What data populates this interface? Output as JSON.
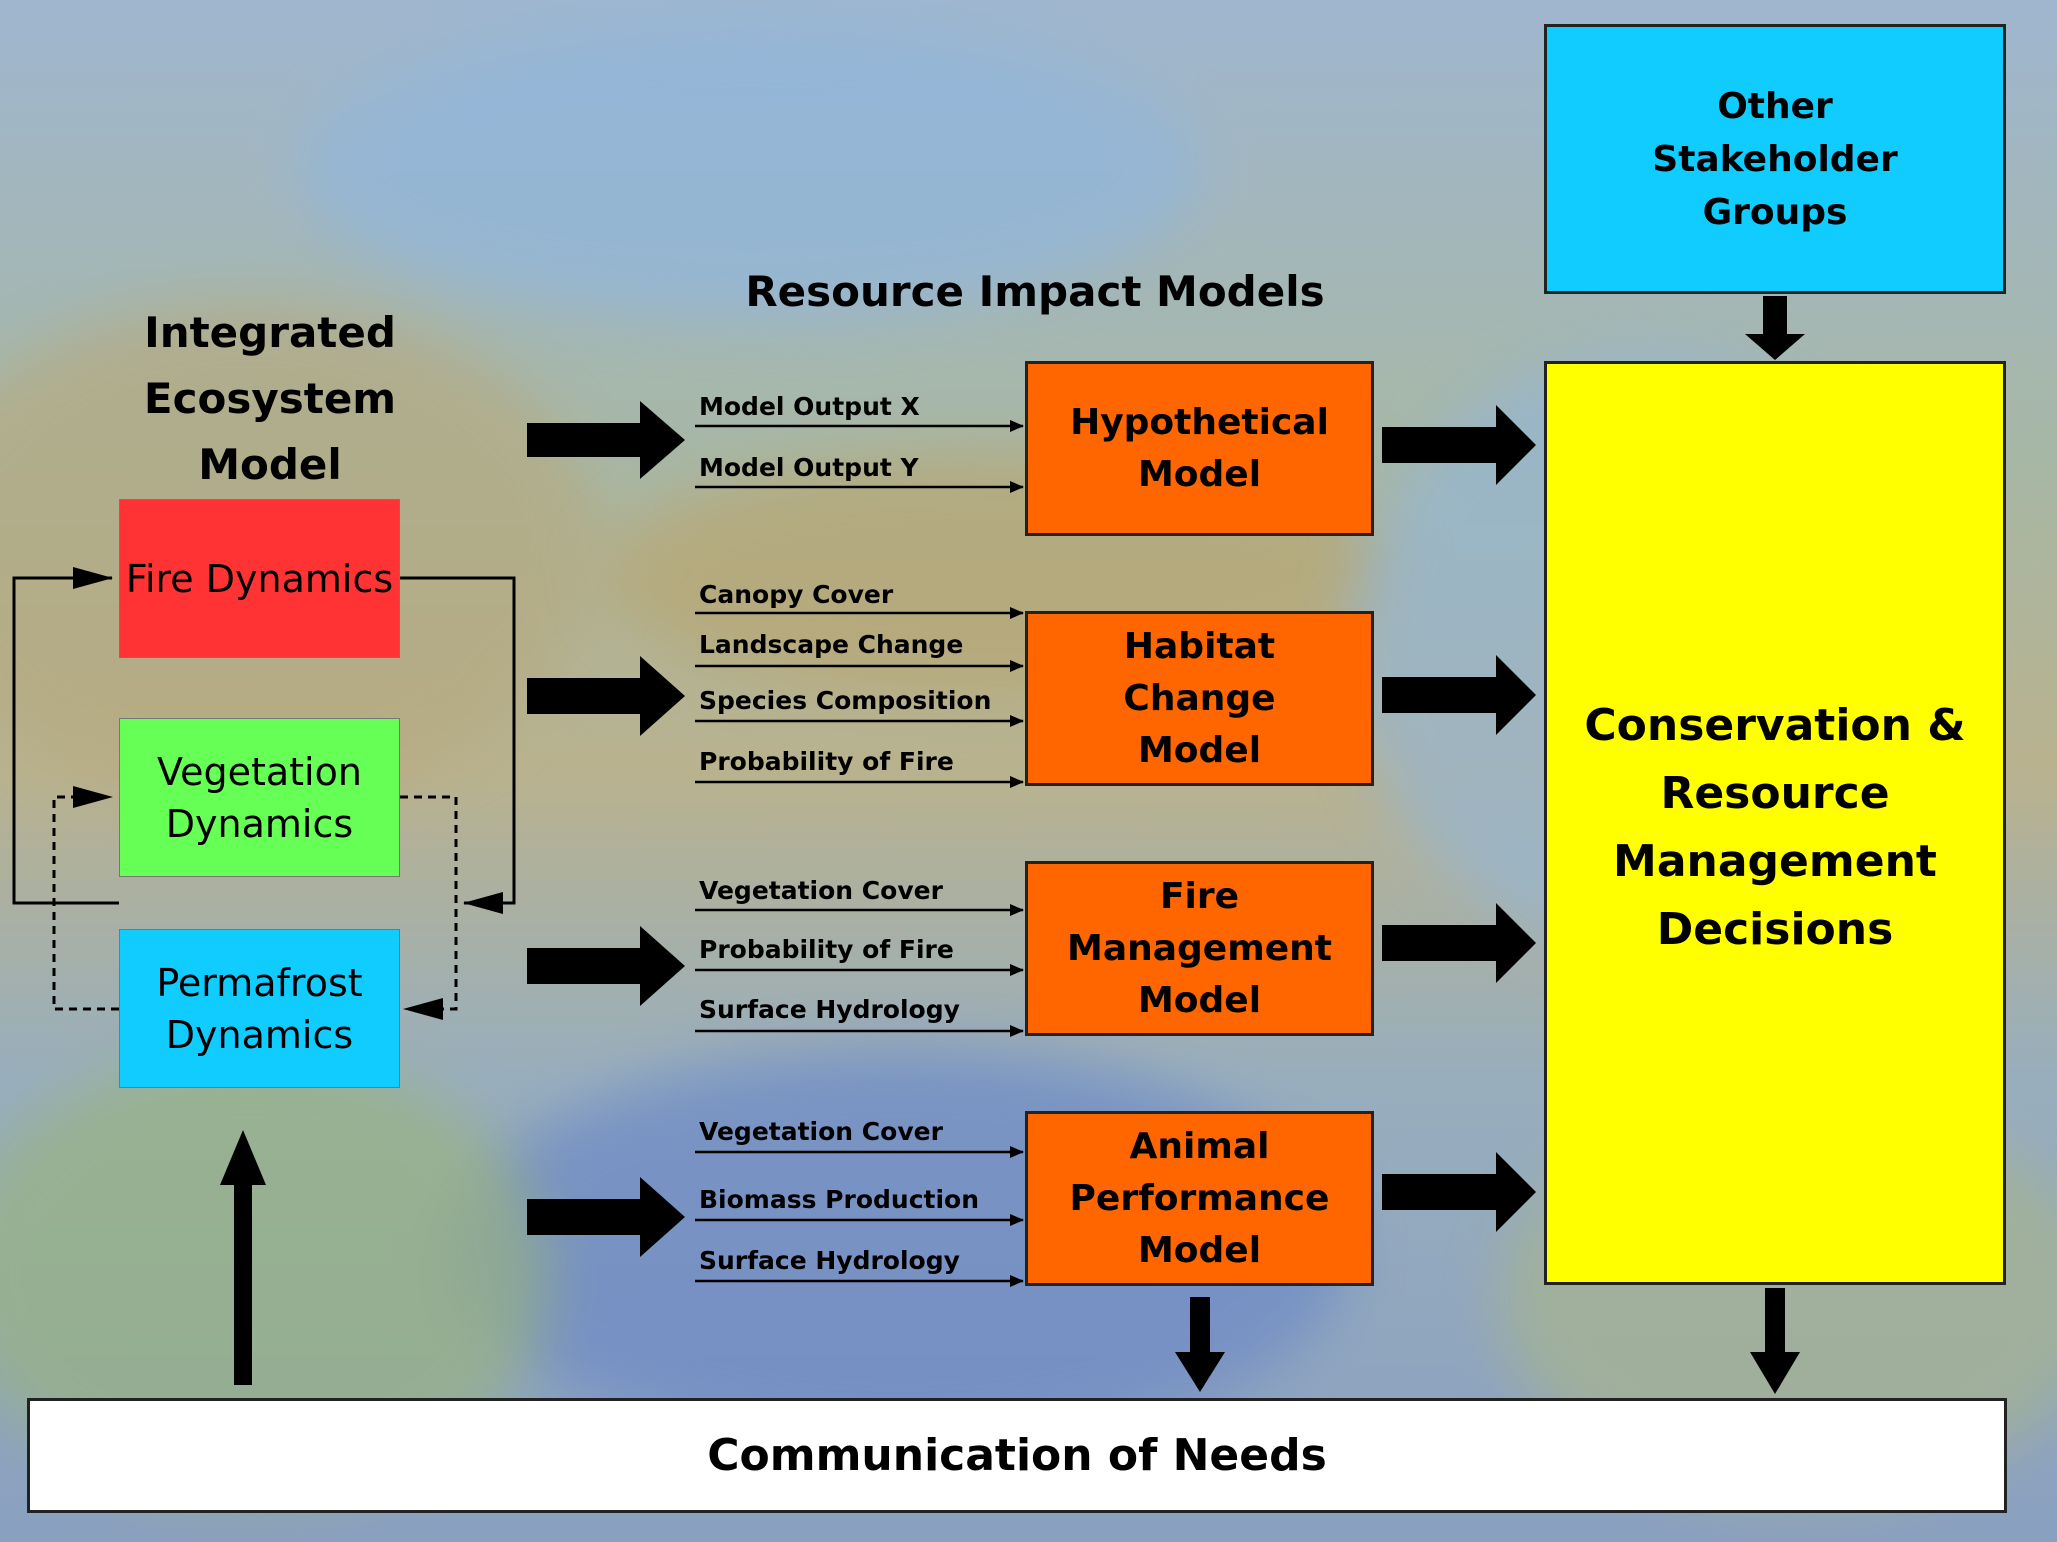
{
  "headings": {
    "integrated": "Integrated\nEcosystem\nModel",
    "resource": "Resource Impact Models"
  },
  "ecosystem": {
    "fire": "Fire Dynamics",
    "vegetation": "Vegetation\nDynamics",
    "permafrost": "Permafrost\nDynamics"
  },
  "models": [
    {
      "label": "Hypothetical\nModel",
      "inputs": [
        "Model Output X",
        "Model Output Y"
      ]
    },
    {
      "label": "Habitat\nChange\nModel",
      "inputs": [
        "Canopy Cover",
        "Landscape Change",
        "Species Composition",
        "Probability of Fire"
      ]
    },
    {
      "label": "Fire\nManagement\nModel",
      "inputs": [
        "Vegetation Cover",
        "Probability of Fire",
        "Surface Hydrology"
      ]
    },
    {
      "label": "Animal\nPerformance\nModel",
      "inputs": [
        "Vegetation Cover",
        "Biomass Production",
        "Surface Hydrology"
      ]
    }
  ],
  "stakeholders": "Other\nStakeholder\nGroups",
  "decisions": "Conservation &\nResource\nManagement\nDecisions",
  "communication": "Communication of Needs",
  "colors": {
    "fire": "#ff3333",
    "vegetation": "#66ff55",
    "permafrost": "#11ccff",
    "model": "#ff6600",
    "stakeholders": "#11ccff",
    "decisions": "#ffff00",
    "communication": "#ffffff"
  }
}
